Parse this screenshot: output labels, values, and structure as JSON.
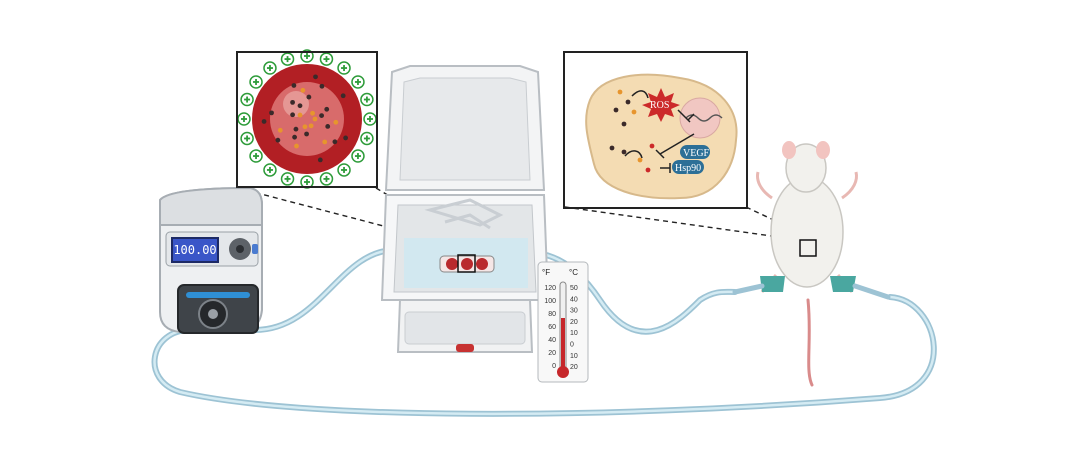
{
  "pump": {
    "display_value": "100.00"
  },
  "thermometer": {
    "fahrenheit_unit": "°F",
    "celsius_unit": "°C",
    "fahrenheit_ticks": [
      "120",
      "100",
      "80",
      "60",
      "40",
      "20",
      "0"
    ],
    "celsius_ticks": [
      "50",
      "40",
      "30",
      "20",
      "10",
      "0",
      "10",
      "20"
    ]
  },
  "cell_inset": {
    "ros_label": "ROS",
    "vegf_label": "VEGF",
    "hsp90_label": "Hsp90"
  },
  "colors": {
    "tubing": "#bcd9e6",
    "nanoparticle_shell": "#b21f24",
    "nanoparticle_core": "#d86b6b",
    "positive_charge": "#2e9c3a",
    "cell_body": "#f4dcb3",
    "ros_burst": "#cc2a2a",
    "protein_badge": "#2c6f97",
    "pump_screen": "#3a56c8",
    "cuff_teal": "#4aa7a0"
  }
}
